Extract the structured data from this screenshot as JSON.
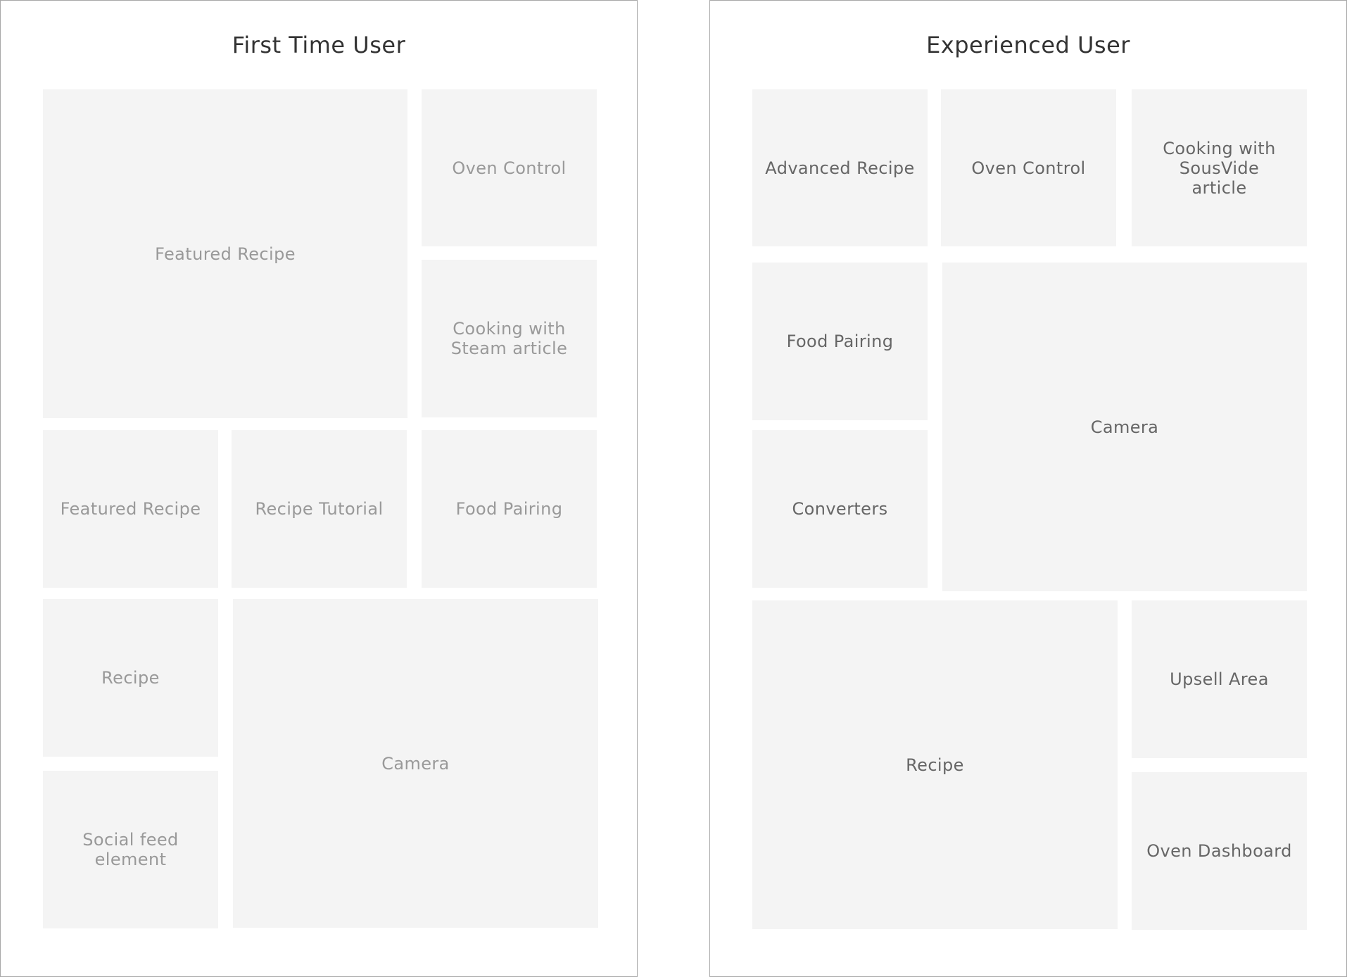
{
  "first_time_user": {
    "title": "First Time User",
    "tiles": {
      "featured_recipe_large": "Featured Recipe",
      "oven_control": "Oven Control",
      "cooking_with_steam": "Cooking with Steam article",
      "featured_recipe_small": "Featured Recipe",
      "recipe_tutorial": "Recipe Tutorial",
      "food_pairing": "Food Pairing",
      "recipe": "Recipe",
      "social_feed": "Social feed element",
      "camera": "Camera"
    }
  },
  "experienced_user": {
    "title": "Experienced User",
    "tiles": {
      "advanced_recipe": "Advanced Recipe",
      "oven_control": "Oven Control",
      "cooking_with_sousvide": "Cooking with SousVide article",
      "food_pairing": "Food Pairing",
      "camera": "Camera",
      "converters": "Converters",
      "recipe": "Recipe",
      "upsell_area": "Upsell Area",
      "oven_dashboard": "Oven Dashboard"
    }
  }
}
